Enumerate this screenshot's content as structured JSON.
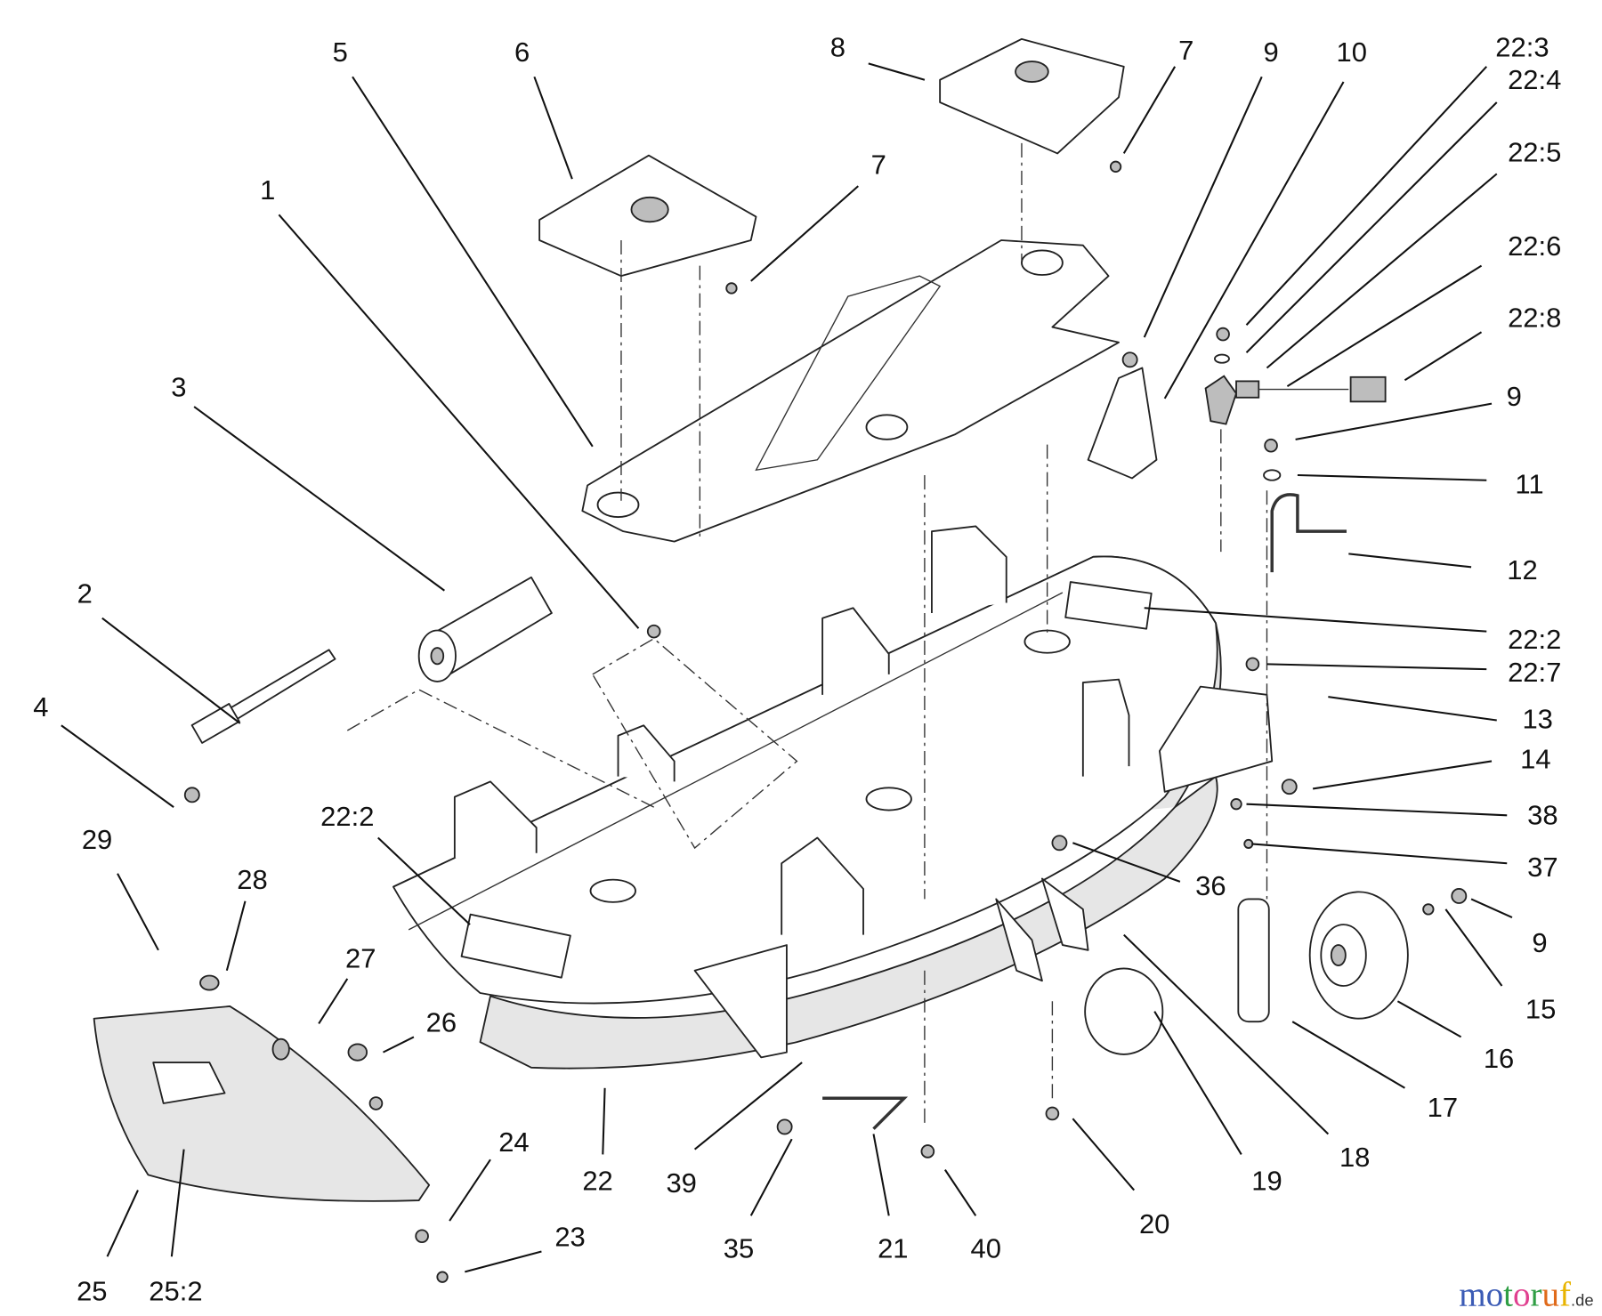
{
  "callouts": [
    "5",
    "6",
    "8",
    "7",
    "9",
    "10",
    "22:3",
    "22:4",
    "22:5",
    "22:6",
    "22:8",
    "1",
    "7",
    "3",
    "9",
    "11",
    "12",
    "2",
    "22:2",
    "22:7",
    "4",
    "13",
    "14",
    "38",
    "37",
    "29",
    "22:2",
    "28",
    "36",
    "27",
    "9",
    "26",
    "15",
    "16",
    "17",
    "18",
    "19",
    "24",
    "22",
    "39",
    "20",
    "23",
    "35",
    "21",
    "40",
    "25",
    "25:2"
  ],
  "watermark": {
    "letters": [
      "m",
      "o",
      "t",
      "o",
      "r",
      "u",
      "f"
    ],
    "colors": [
      "#3b5bb5",
      "#3b5bb5",
      "#2f9e44",
      "#e0408f",
      "#2f9e44",
      "#e06a1a",
      "#e8b400"
    ],
    "suffix": ".de"
  }
}
